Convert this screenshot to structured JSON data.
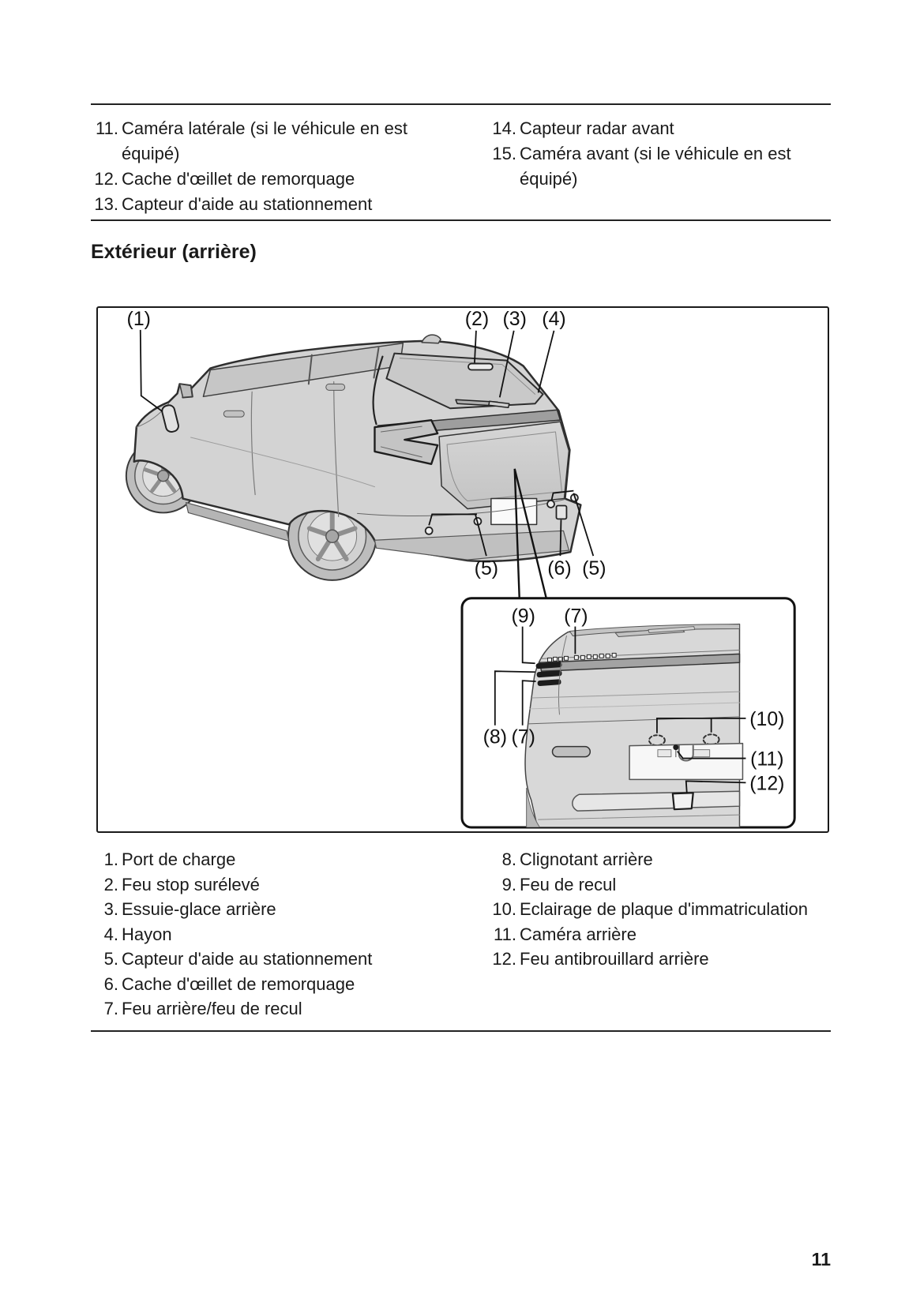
{
  "header_list": {
    "left": [
      {
        "num": "11.",
        "text": "Caméra latérale (si le véhicule en est équipé)"
      },
      {
        "num": "12.",
        "text": "Cache d'œillet de remorquage"
      },
      {
        "num": "13.",
        "text": "Capteur d'aide au stationnement"
      }
    ],
    "right": [
      {
        "num": "14.",
        "text": "Capteur radar avant"
      },
      {
        "num": "15.",
        "text": "Caméra avant (si le véhicule en est équipé)"
      }
    ]
  },
  "section_title": "Extérieur (arrière)",
  "figure": {
    "description": "Vue arrière du véhicule avec repères numérotés et détail agrandi du hayon",
    "callouts": {
      "c1": "(1)",
      "c2": "(2)",
      "c3": "(3)",
      "c4": "(4)",
      "c5a": "(5)",
      "c6": "(6)",
      "c5b": "(5)",
      "c9": "(9)",
      "c7top": "(7)",
      "c8": "(8)",
      "c7side": "(7)",
      "c10": "(10)",
      "c11": "(11)",
      "c12": "(12)"
    }
  },
  "legend": {
    "left": [
      {
        "num": "1.",
        "text": "Port de charge"
      },
      {
        "num": "2.",
        "text": "Feu stop surélevé"
      },
      {
        "num": "3.",
        "text": "Essuie-glace arrière"
      },
      {
        "num": "4.",
        "text": "Hayon"
      },
      {
        "num": "5.",
        "text": "Capteur d'aide au stationnement"
      },
      {
        "num": "6.",
        "text": "Cache d'œillet de remorquage"
      },
      {
        "num": "7.",
        "text": "Feu arrière/feu de recul"
      }
    ],
    "right": [
      {
        "num": "8.",
        "text": "Clignotant arrière"
      },
      {
        "num": "9.",
        "text": "Feu de recul"
      },
      {
        "num": "10.",
        "text": "Eclairage de plaque d'immatriculation"
      },
      {
        "num": "11.",
        "text": "Caméra arrière"
      },
      {
        "num": "12.",
        "text": "Feu antibrouillard arrière"
      }
    ]
  },
  "page_number": "11"
}
